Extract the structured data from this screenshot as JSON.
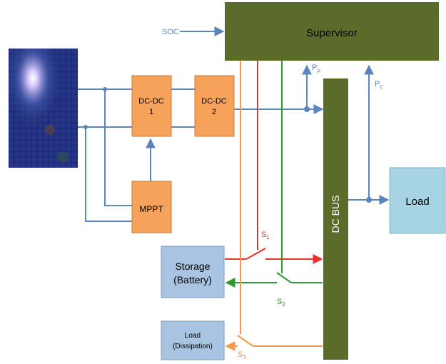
{
  "blocks": {
    "supervisor": "Supervisor",
    "dcdc1_line1": "DC-DC",
    "dcdc1_line2": "1",
    "dcdc2_line1": "DC-DC",
    "dcdc2_line2": "2",
    "mppt": "MPPT",
    "dc_bus": "DC BUS",
    "load": "Load",
    "storage_line1": "Storage",
    "storage_line2": "(Battery)",
    "dissipation_line1": "Load",
    "dissipation_line2": "(Dissipation)"
  },
  "signals": {
    "soc": "SOC",
    "pp_main": "P",
    "pp_sub": "p",
    "pc_main": "P",
    "pc_sub": "c",
    "s1_main": "S",
    "s1_sub": "1",
    "s2_main": "S",
    "s2_sub": "2",
    "s3_main": "S",
    "s3_sub": "3"
  },
  "colors": {
    "supervisor": "#5b6b2a",
    "dc_bus": "#5b6b2a",
    "converter": "#f6a25a",
    "storage": "#a9c4e2",
    "load": "#a6d4e3",
    "wire": "#5b86bd",
    "s1": "#e8322a",
    "s2": "#2d9a2e",
    "s3": "#f19a4e"
  }
}
